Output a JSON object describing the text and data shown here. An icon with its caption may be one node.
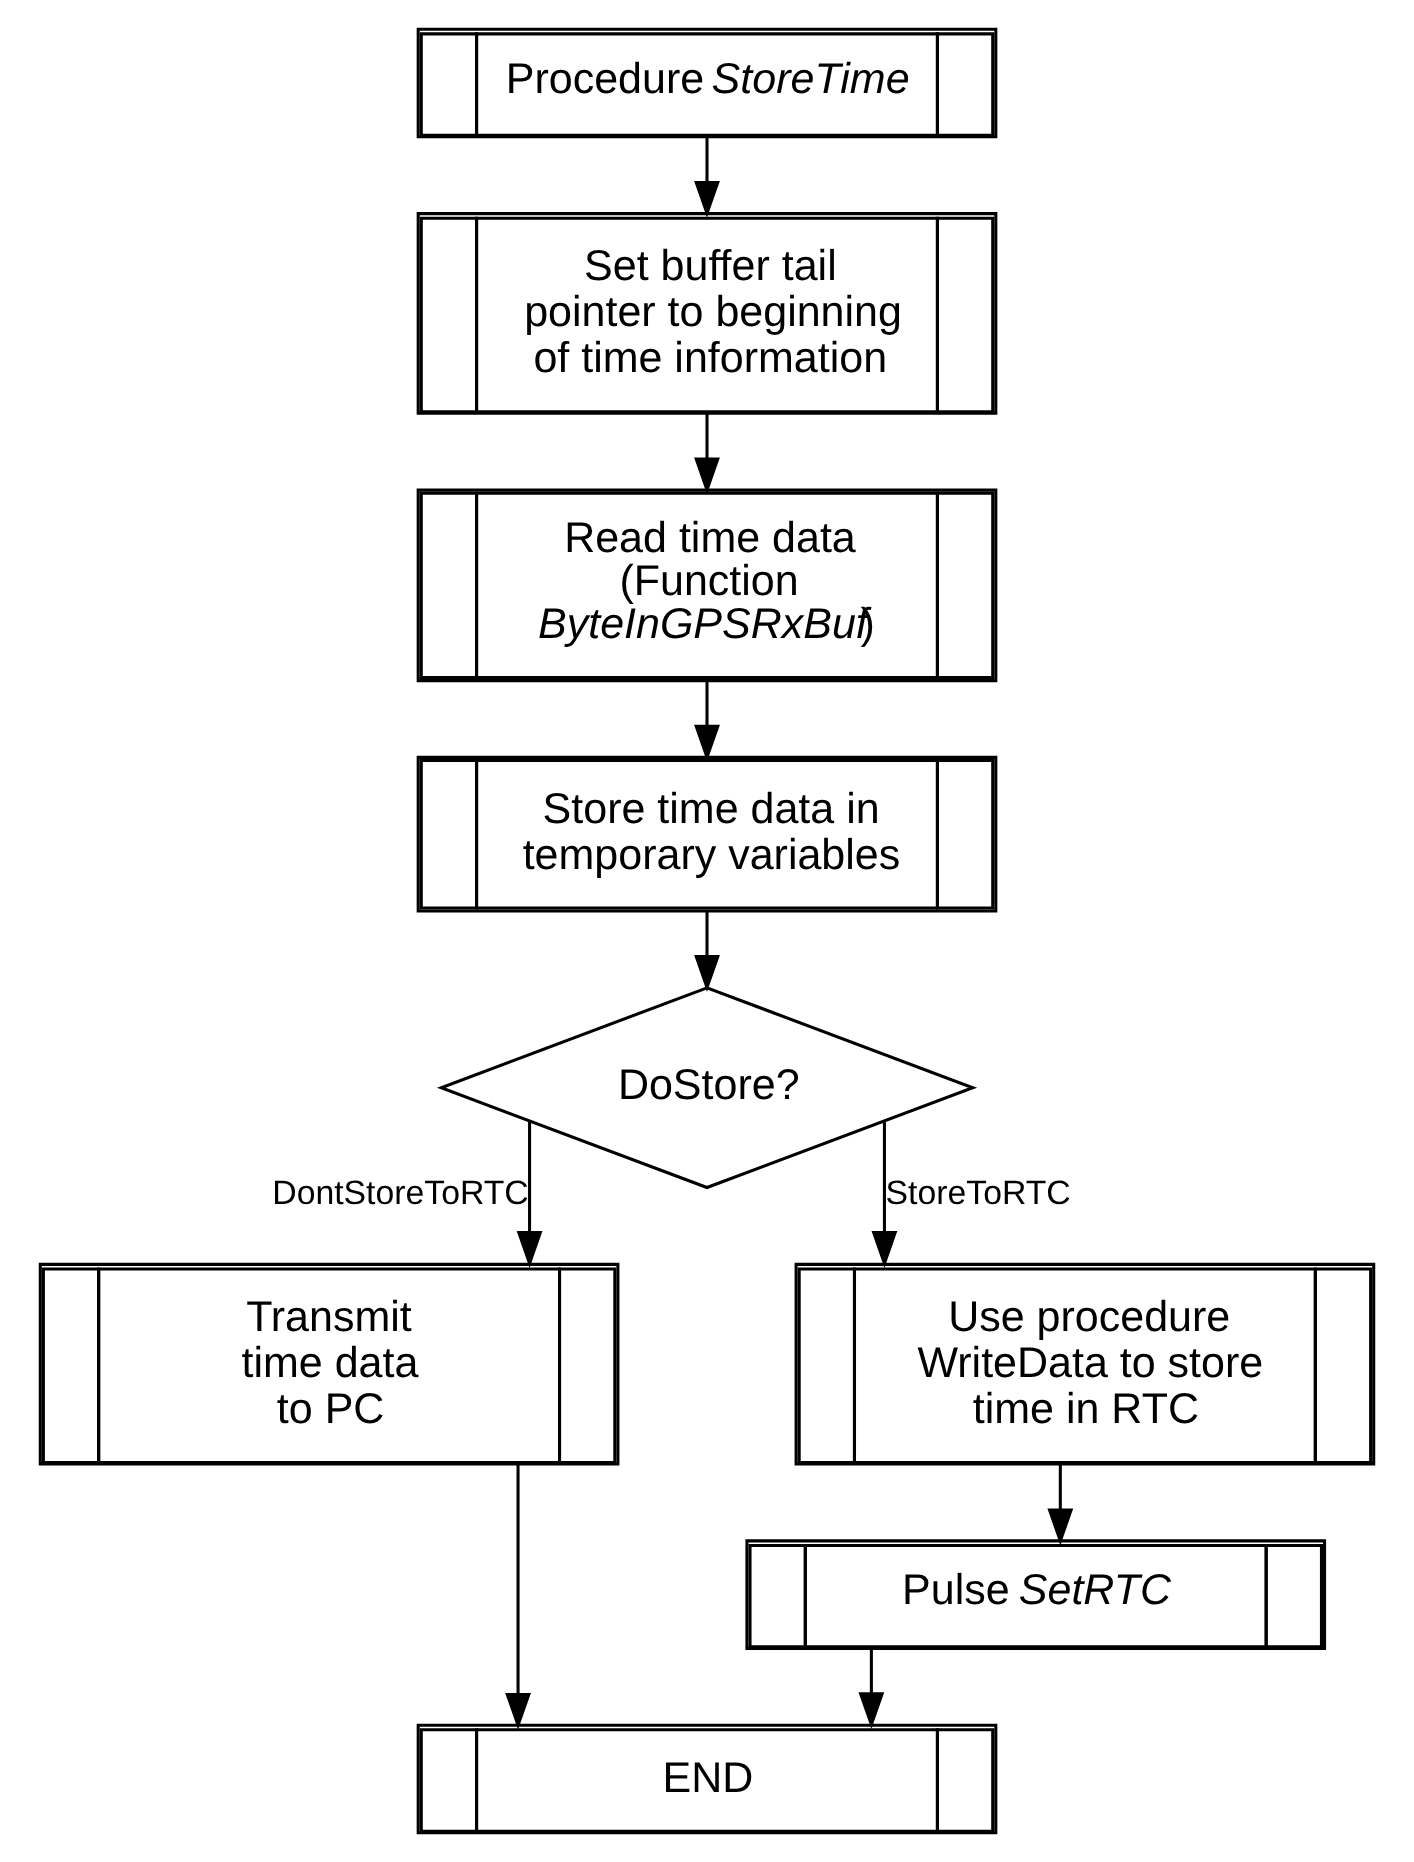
{
  "diagram": {
    "nodes": [
      {
        "text": [
          "Procedure *StoreTime*"
        ]
      },
      {
        "text": [
          "Set buffer tail pointer to beginning of time information"
        ]
      },
      {
        "text": [
          "Read time data (Function *ByteInGPSRxBuf*)"
        ]
      },
      {
        "text": [
          "Store time data in temporary variables"
        ]
      },
      {
        "text": [
          "DoStore?"
        ]
      },
      {
        "text": [
          "Transmit time data to PC"
        ]
      },
      {
        "text": [
          "Use procedure WriteData to store time in RTC"
        ]
      },
      {
        "text": [
          "Pulse *SetRTC*"
        ]
      },
      {
        "text": [
          "END"
        ]
      }
    ],
    "edges": [
      {
        "from": 0,
        "to": 1,
        "arrow": "to"
      },
      {
        "from": 1,
        "to": 2,
        "arrow": "to"
      },
      {
        "from": 2,
        "to": 3,
        "arrow": "to"
      },
      {
        "from": 3,
        "to": 4,
        "arrow": "to"
      },
      {
        "from": 4,
        "to": 5,
        "arrow": "to",
        "label": "DontStoreToRTC"
      },
      {
        "from": 4,
        "to": 6,
        "arrow": "to",
        "label": "StoreToRTC"
      },
      {
        "from": 6,
        "to": 7,
        "arrow": "to"
      },
      {
        "from": 5,
        "to": 8,
        "arrow": "to"
      },
      {
        "from": 7,
        "to": 8,
        "arrow": "to"
      }
    ]
  }
}
